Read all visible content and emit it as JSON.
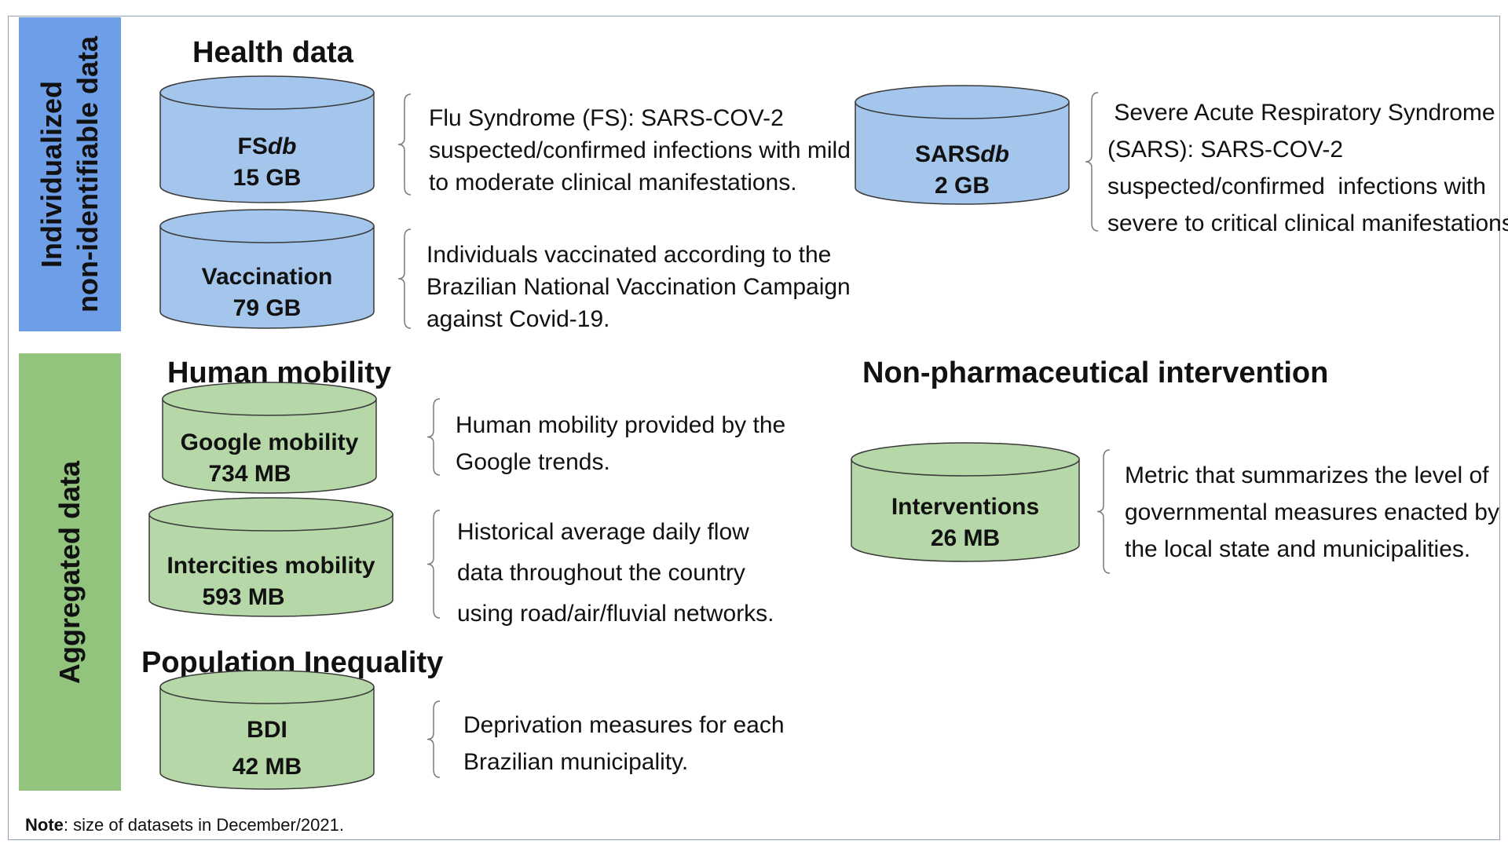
{
  "bands": {
    "individualized": {
      "line1": "Individualized",
      "line2": "non-identifiable data"
    },
    "aggregated": {
      "label": "Aggregated data"
    }
  },
  "sections": {
    "health": "Health data",
    "mobility": "Human mobility",
    "npi": "Non-pharmaceutical intervention",
    "inequality": "Population Inequality"
  },
  "datasets": [
    {
      "id": "fsdb",
      "name_plain": "FS",
      "name_italic": "db",
      "size": "15 GB",
      "color": "#a4c6ec",
      "desc": [
        "Flu Syndrome (FS): SARS-COV-2",
        "suspected/confirmed infections with mild",
        "to moderate clinical manifestations."
      ]
    },
    {
      "id": "vaccination",
      "name_plain": "Vaccination",
      "name_italic": "",
      "size": "79 GB",
      "color": "#a4c6ec",
      "desc": [
        "Individuals vaccinated according to the",
        "Brazilian National Vaccination Campaign",
        "against Covid-19."
      ]
    },
    {
      "id": "sarsdb",
      "name_plain": "SARS",
      "name_italic": "db",
      "size": "2 GB",
      "color": "#a4c6ec",
      "desc": [
        " Severe Acute Respiratory Syndrome",
        "(SARS): SARS-COV-2",
        "suspected/confirmed  infections with",
        "severe to critical clinical manifestations."
      ]
    },
    {
      "id": "google",
      "name_plain": "Google mobility",
      "name_italic": "",
      "size": "734 MB",
      "color": "#b6d8a8",
      "desc": [
        "Human mobility provided by the",
        "Google trends."
      ]
    },
    {
      "id": "intercities",
      "name_plain": "Intercities mobility",
      "name_italic": "",
      "size": "593 MB",
      "color": "#b6d8a8",
      "desc": [
        "Historical average daily flow",
        "data throughout the country",
        "using road/air/fluvial networks."
      ]
    },
    {
      "id": "bdi",
      "name_plain": "BDI",
      "name_italic": "",
      "size": "42 MB",
      "color": "#b6d8a8",
      "desc": [
        "Deprivation measures for each",
        "Brazilian municipality."
      ]
    },
    {
      "id": "interventions",
      "name_plain": "Interventions",
      "name_italic": "",
      "size": "26 MB",
      "color": "#b6d8a8",
      "desc": [
        "Metric that summarizes the level of",
        "governmental measures enacted by",
        "the local state and municipalities."
      ]
    }
  ],
  "note": {
    "label": "Note",
    "text": ": size of datasets in December/2021."
  }
}
